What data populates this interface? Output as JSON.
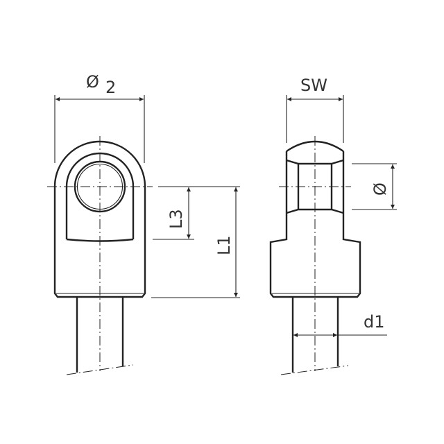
{
  "drawing": {
    "type": "technical-drawing",
    "subject": "clevis / eye rod end, front and side views",
    "line_color": "#222222",
    "background": "#ffffff"
  },
  "left_view": {
    "label_diameter": "Ø",
    "label_diameter_index": "2",
    "label_L3": "L3",
    "label_L1": "L1"
  },
  "right_view": {
    "label_SW": "SW",
    "label_bore": "Ø",
    "label_d1": "d1"
  }
}
